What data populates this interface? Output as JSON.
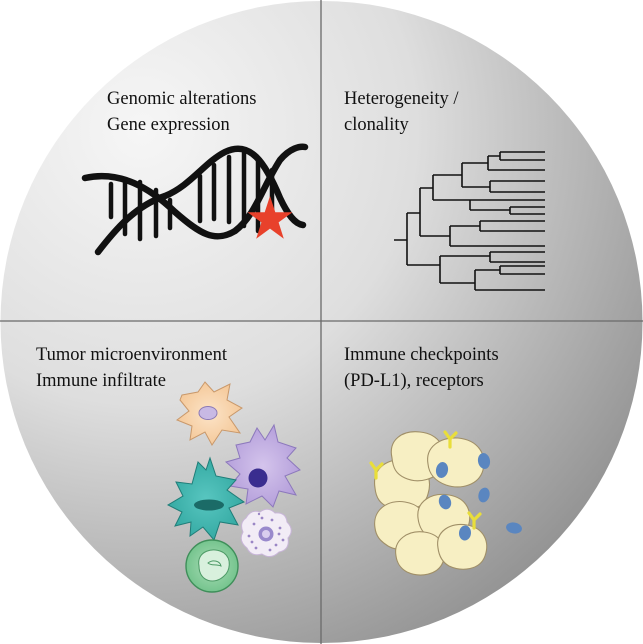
{
  "quadrants": {
    "top_left": {
      "lines": [
        "Genomic alterations",
        "Gene expression"
      ],
      "icon": "dna-helix-icon"
    },
    "top_right": {
      "lines": [
        "Heterogeneity /",
        "clonality"
      ],
      "icon": "phylogenetic-tree-icon"
    },
    "bottom_left": {
      "lines": [
        "Tumor microenvironment",
        "Immune infiltrate"
      ],
      "icon": "immune-cells-icon"
    },
    "bottom_right": {
      "lines": [
        "Immune checkpoints",
        "(PD-L1), receptors"
      ],
      "icon": "tumor-cells-receptors-icon"
    }
  },
  "colors": {
    "disc_light": "#f4f4f4",
    "disc_dark": "#8f8f8f",
    "divider": "#6a6a6a",
    "mutation_star": "#e8412b",
    "tumor_cell": "#f7efc3",
    "receptor": "#e9de3a",
    "ligand": "#5a86c0"
  }
}
